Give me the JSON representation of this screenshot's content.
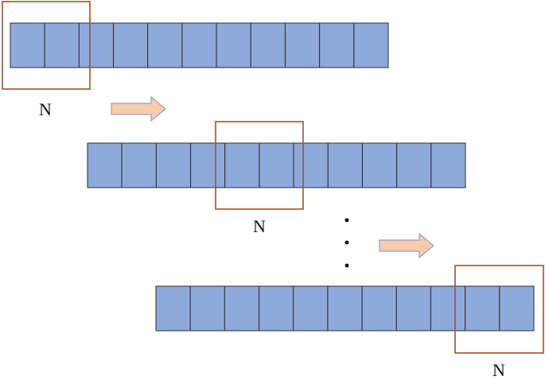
{
  "colors": {
    "cell_fill": "#8ea9db",
    "cell_stroke": "#2e2e2e",
    "window_stroke": "#a0522d",
    "arrow_fill": "#f8cbad",
    "arrow_stroke": "#8fa3c8",
    "dot": "#000000",
    "text": "#111111"
  },
  "sequence": {
    "cell_count": 11,
    "window_cell_count": 2
  },
  "window_label": "N",
  "rows": [
    {
      "window_start_cell": 0,
      "label": "N"
    },
    {
      "window_start_cell": 4,
      "label": "N"
    },
    {
      "window_start_cell": 9,
      "label": "N"
    }
  ],
  "icons": {
    "arrow": "right-arrow-icon",
    "ellipsis": "vertical-ellipsis-icon"
  }
}
